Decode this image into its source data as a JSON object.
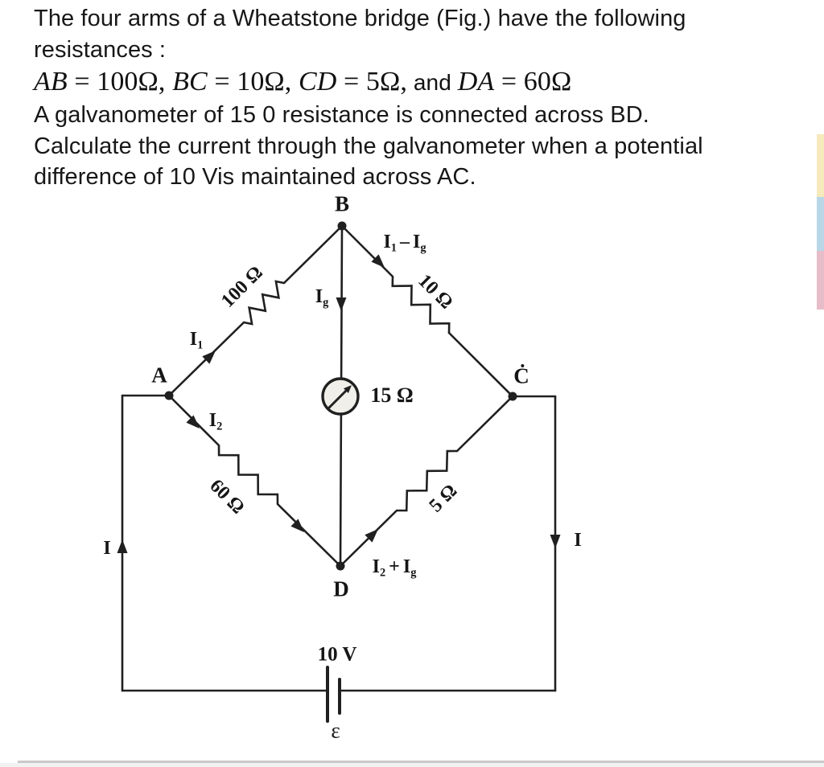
{
  "problem": {
    "line1": "The four arms of a Wheatstone bridge (Fig.) have the following",
    "line2": "resistances :",
    "eq": {
      "v1": "AB",
      "r1": " = 100Ω, ",
      "v2": "BC",
      "r2": " = 10Ω, ",
      "v3": "CD",
      "r3": " = 5Ω,",
      "conj": " and ",
      "v4": "DA",
      "r4": " = 60Ω"
    },
    "line4": "A galvanometer of 15 0 resistance is connected across BD.",
    "line5": "Calculate the current through the galvanometer when a potential",
    "line6": "difference of 10 Vis maintained across AC."
  },
  "circuit": {
    "node_b": "B",
    "node_a": "A",
    "node_c": "Ċ",
    "node_d": "D",
    "r_ab": "100 Ω",
    "r_bc": "10 Ω",
    "r_ad": "60 Ω",
    "r_dc": "5 Ω",
    "galvanometer_label": "15 Ω",
    "battery_voltage": "10 V",
    "battery_emf": "ε",
    "currents": {
      "i1": {
        "base": "I",
        "sub": "1"
      },
      "i2": {
        "base": "I",
        "sub": "2"
      },
      "ig": {
        "base": "I",
        "sub": "g"
      },
      "i1mig": {
        "b1": "I",
        "s1": "1",
        "op": "–",
        "b2": "I",
        "s2": "g"
      },
      "i2pig": {
        "b1": "I",
        "s1": "2",
        "op": "+",
        "b2": "I",
        "s2": "g"
      },
      "i_left": "I",
      "i_right": "I"
    }
  },
  "decor": {
    "strip_colors": {
      "yellow": "#f6e9bb",
      "blue": "#b9d7e7",
      "pink": "#e8bdca"
    },
    "divider_color": "#c9c9c9",
    "ink_color": "#202020"
  }
}
